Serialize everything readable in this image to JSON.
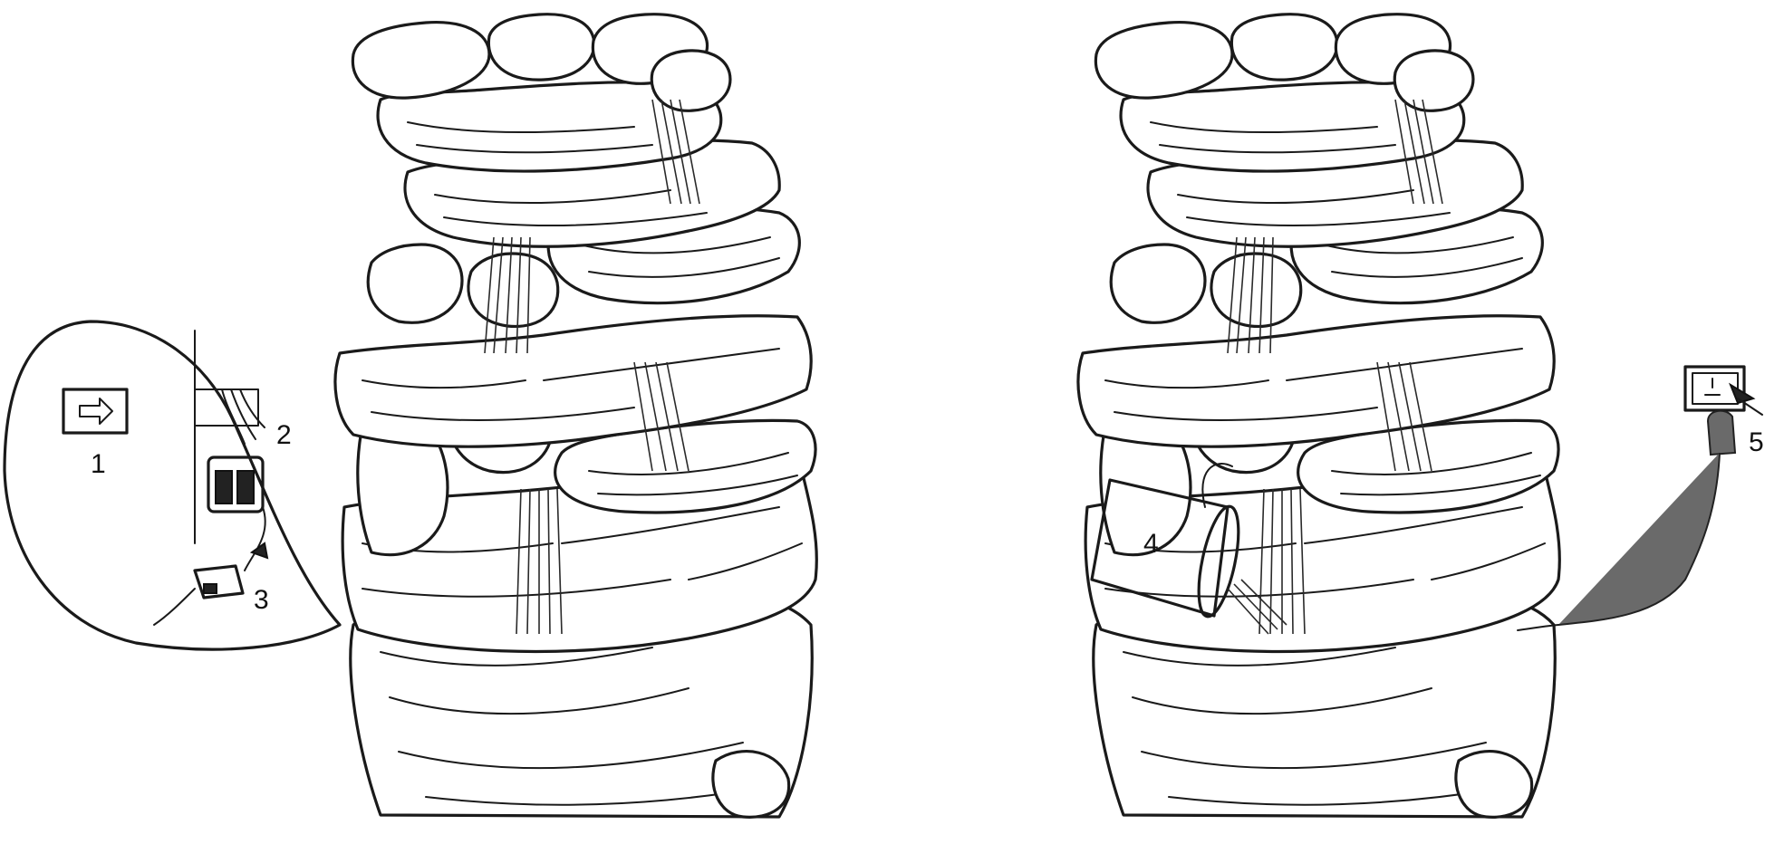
{
  "steps": [
    {
      "number": "1",
      "icon": "arrow-right-icon"
    },
    {
      "number": "2",
      "icon": "pump-icon"
    },
    {
      "number": "3",
      "icon": "transformer-icon"
    },
    {
      "number": "4",
      "icon": "bucket-icon"
    },
    {
      "number": "5",
      "icon": "plug-icon"
    }
  ],
  "colors": {
    "ink": "#1a1a1a",
    "background": "#ffffff",
    "cable": "#6a6a6a"
  }
}
